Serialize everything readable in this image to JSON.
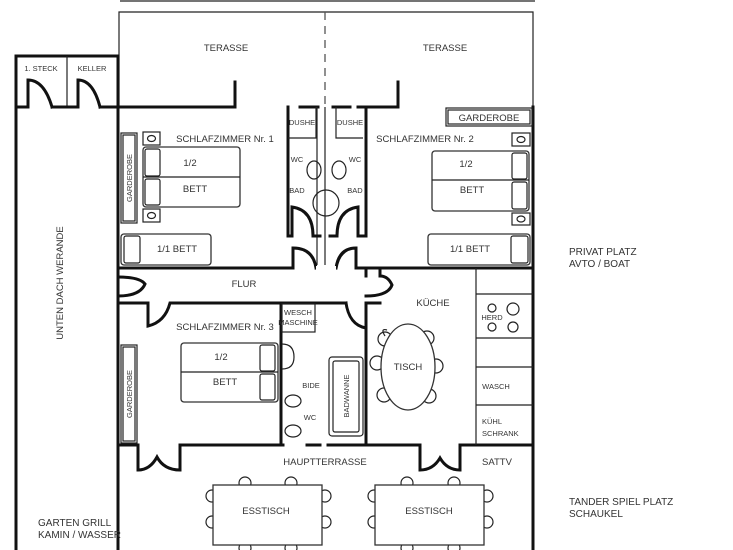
{
  "plan": {
    "title": "Floor plan",
    "colors": {
      "wall": "#111111",
      "line": "#333333",
      "background": "#ffffff",
      "text": "#333333"
    },
    "outside": {
      "terrace_left": "TERASSE",
      "terrace_right": "TERASSE",
      "covered_veranda": "UNTEN DACH WERANDE",
      "private_parking_line1": "PRIVAT PLATZ",
      "private_parking_line2": "AVTO / BOAT",
      "playground_line1": "TANDER SPIEL PLATZ",
      "playground_line2": "SCHAUKEL",
      "garden_line1": "GARTEN GRILL",
      "garden_line2": "KAMIN / WASSER"
    },
    "rooms": {
      "upper_floor": "1. STECK",
      "cellar": "KELLER",
      "bedroom1": {
        "title": "SCHLAFZIMMER Nr. 1",
        "wardrobe": "GARDEROBE",
        "double_bed_top": "1/2",
        "double_bed_bottom": "BETT",
        "single_bed": "1/1 BETT"
      },
      "bedroom2": {
        "title": "SCHLAFZIMMER Nr. 2",
        "wardrobe": "GARDEROBE",
        "double_bed_top": "1/2",
        "double_bed_bottom": "BETT",
        "single_bed": "1/1 BETT"
      },
      "bathroom_left": {
        "shower": "DUSHE",
        "wc": "WC",
        "bath": "BAD"
      },
      "bathroom_right": {
        "shower": "DUSHE",
        "wc": "WC",
        "bath": "BAD"
      },
      "hallway": "FLUR",
      "bedroom3": {
        "title": "SCHLAFZIMMER Nr. 3",
        "wardrobe": "GARDEROBE",
        "double_bed_top": "1/2",
        "double_bed_bottom": "BETT"
      },
      "bathroom3": {
        "washing_machine_line1": "WESCH",
        "washing_machine_line2": "MASCHINE",
        "bidet": "BIDE",
        "wc": "WC",
        "bathtub": "BADWANNE"
      },
      "kitchen": {
        "title": "KÜCHE",
        "table": "TISCH",
        "stove": "HERD",
        "sink": "WASCH",
        "fridge_line1": "KÜHL",
        "fridge_line2": "SCHRANK"
      },
      "main_terrace": {
        "title": "HAUPTTERRASSE",
        "sat_tv": "SATTV",
        "dining_table_left": "ESSTISCH",
        "dining_table_right": "ESSTISCH"
      }
    }
  }
}
